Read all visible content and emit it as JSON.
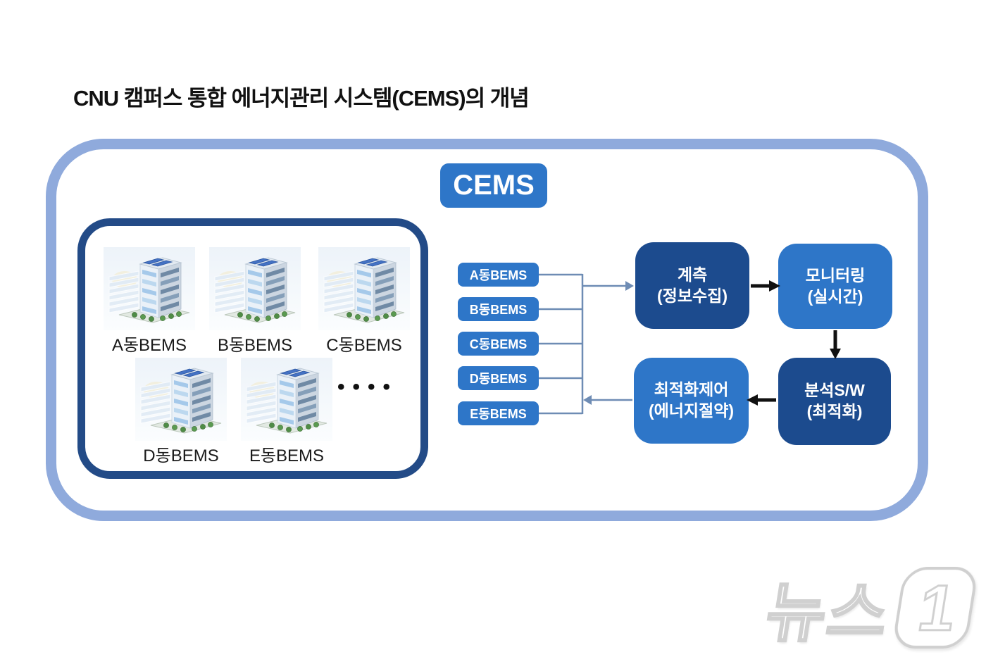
{
  "page": {
    "title": "CNU 캠퍼스 통합 에너지관리 시스템(CEMS)의 개념"
  },
  "diagram": {
    "system_label": "CEMS",
    "buildings_panel": {
      "buildings": [
        "A동BEMS",
        "B동BEMS",
        "C동BEMS",
        "D동BEMS",
        "E동BEMS"
      ],
      "ellipsis_dots": "••••"
    },
    "bems_nodes": [
      "A동BEMS",
      "B동BEMS",
      "C동BEMS",
      "D동BEMS",
      "E동BEMS"
    ],
    "process_boxes": {
      "measurement": {
        "title": "계측",
        "subtitle": "(정보수집)"
      },
      "monitoring": {
        "title": "모니터링",
        "subtitle": "(실시간)"
      },
      "optimization_control": {
        "title": "최적화제어",
        "subtitle": "(에너지절약)"
      },
      "analysis": {
        "title": "분석S/W",
        "subtitle": "(최적화)"
      }
    },
    "colors": {
      "outer_border": "#8FAADC",
      "panel_border": "#234B87",
      "box_medium_blue": "#2E76C8",
      "box_dark_blue": "#1C4B8E",
      "connector_blue": "#6E8CB4",
      "arrow_black": "#111111"
    }
  },
  "watermark": {
    "text": "뉴스",
    "numeral": "1"
  }
}
